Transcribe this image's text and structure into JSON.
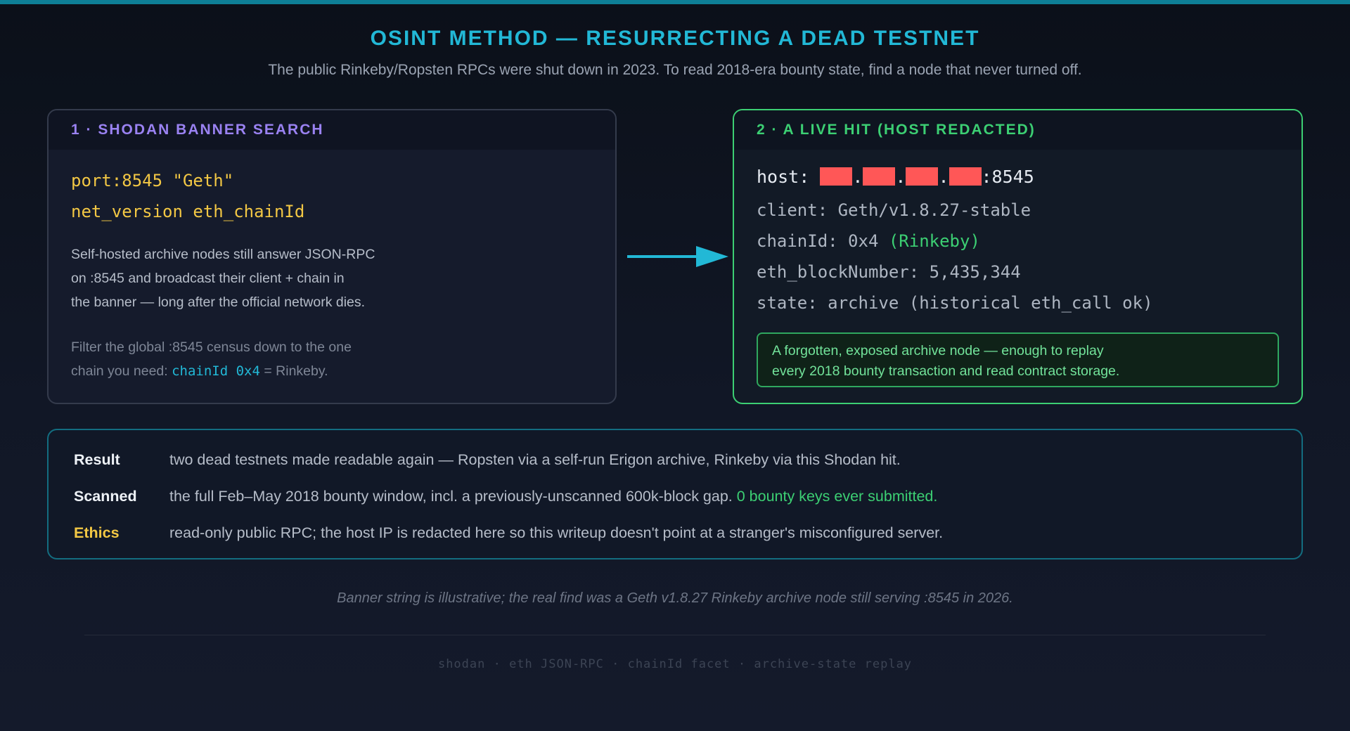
{
  "header": {
    "title": "OSINT METHOD — RESURRECTING A DEAD TESTNET",
    "subtitle": "The public Rinkeby/Ropsten RPCs were shut down in 2023. To read 2018-era bounty state, find a node that never turned off."
  },
  "step1": {
    "heading": "1 · SHODAN BANNER SEARCH",
    "query_line1": "port:8545 \"Geth\"",
    "query_line2": "net_version eth_chainId",
    "desc_lines": [
      "Self-hosted archive nodes still answer JSON-RPC",
      "on :8545 and broadcast their client + chain in",
      "the banner — long after the official network dies."
    ],
    "filter_line1": "Filter the global :8545 census down to the one",
    "filter_prefix": "chain you need: ",
    "filter_code": "chainId 0x4",
    "filter_suffix": " = Rinkeby."
  },
  "step2": {
    "heading": "2 · A LIVE HIT (HOST REDACTED)",
    "host_label": "host: ",
    "host_port": ":8545",
    "client": "client: Geth/v1.8.27-stable",
    "chain_prefix": "chainId: 0x4 ",
    "chain_note": "(Rinkeby)",
    "block": "eth_blockNumber: 5,435,344",
    "state": "state: archive (historical eth_call ok)",
    "callout_line1": "A forgotten, exposed archive node — enough to replay",
    "callout_line2": "every 2018 bounty transaction and read contract storage."
  },
  "summary": {
    "result_key": "Result",
    "result_val": "two dead testnets made readable again — Ropsten via a self-run Erigon archive, Rinkeby via this Shodan hit.",
    "scanned_key": "Scanned",
    "scanned_val": "the full Feb–May 2018 bounty window, incl. a previously-unscanned 600k-block gap. ",
    "scanned_highlight": "0 bounty keys ever submitted.",
    "ethics_key": "Ethics",
    "ethics_val": "read-only public RPC; the host IP is redacted here so this writeup doesn't point at a stranger's misconfigured server."
  },
  "footnote": "Banner string is illustrative; the real find was a Geth v1.8.27 Rinkeby archive node still serving :8545 in 2026.",
  "tags": "shodan · eth JSON-RPC · chainId facet · archive-state replay",
  "colors": {
    "accent_cyan": "#22b8d6",
    "accent_purple": "#9a82f2",
    "accent_green": "#3ccf73",
    "accent_yellow": "#f2c744",
    "redaction_red": "#ff5757"
  },
  "icons": {
    "flow_arrow": "arrow-right-icon"
  }
}
